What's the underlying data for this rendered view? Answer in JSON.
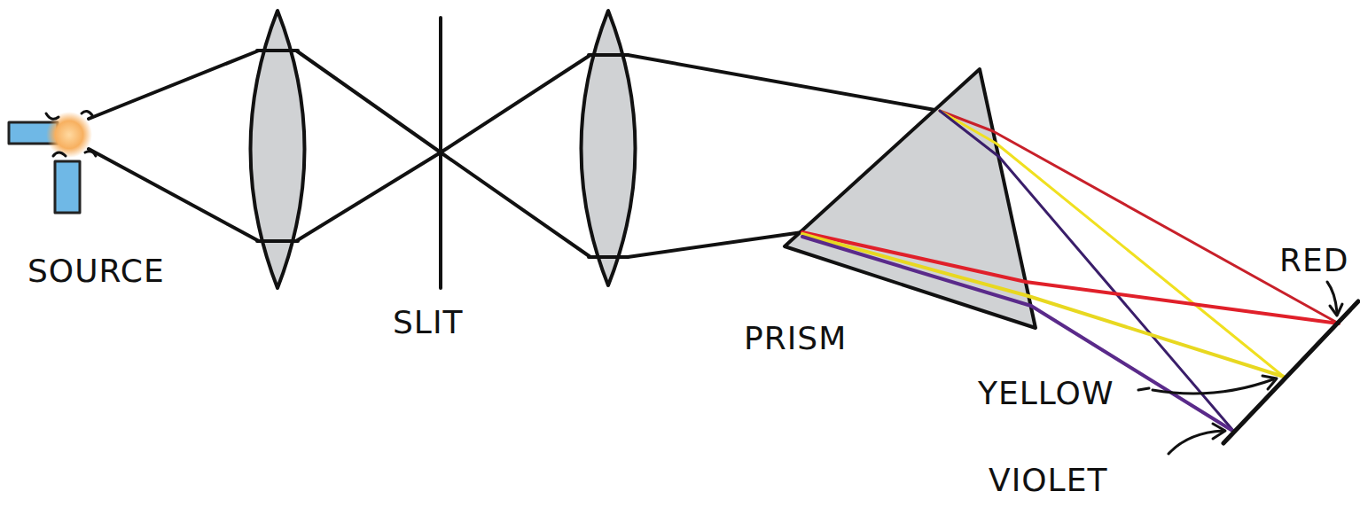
{
  "diagram": {
    "labels": [
      "SOURCE",
      "SLIT",
      "PRISM",
      "RED",
      "YELLOW",
      "VIOLET"
    ]
  }
}
